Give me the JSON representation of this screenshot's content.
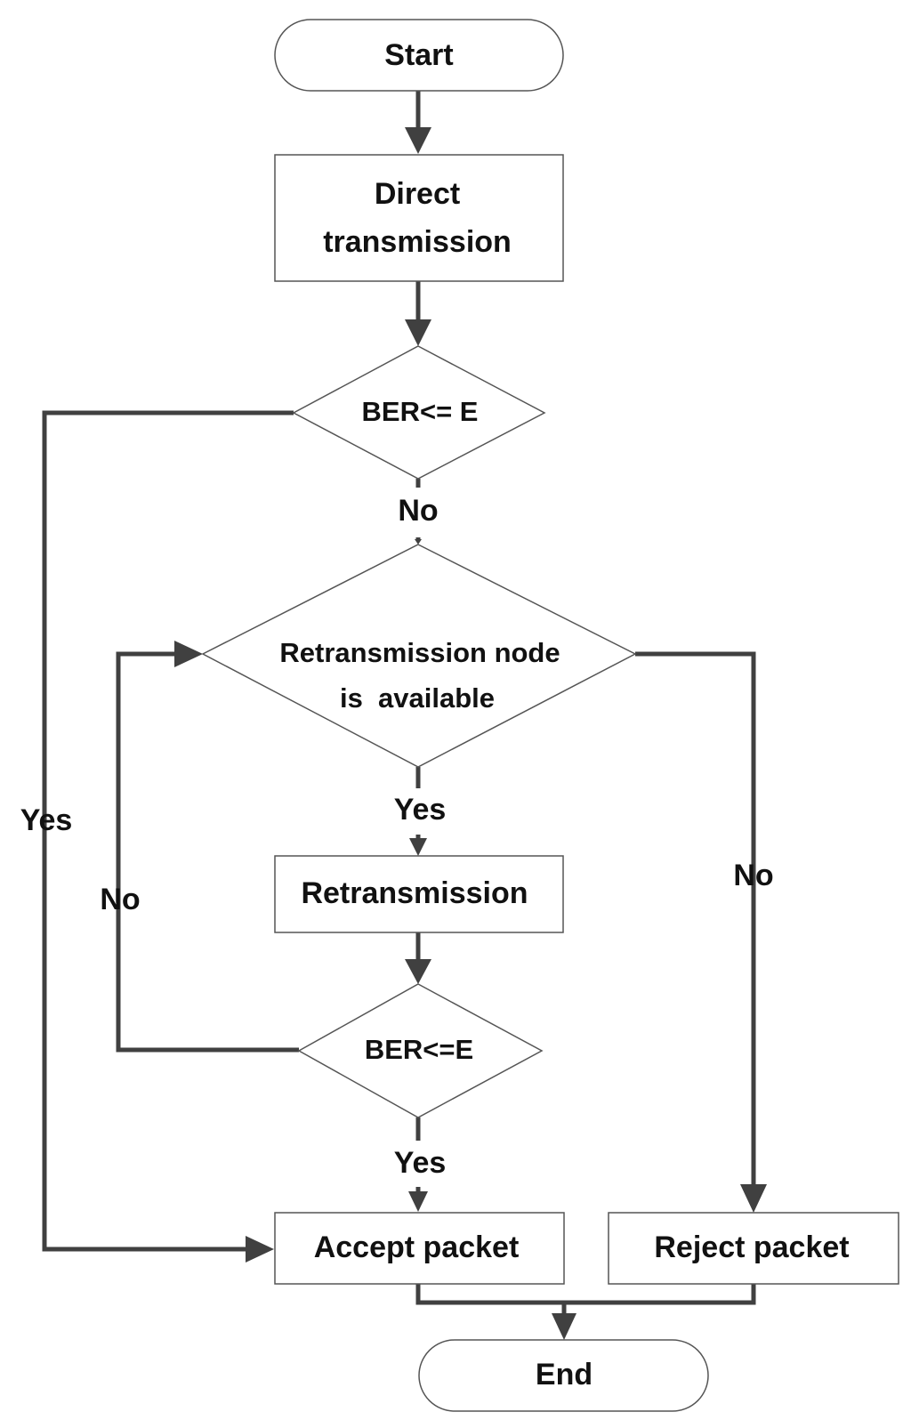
{
  "nodes": {
    "start": "Start",
    "direct_line1": "Direct",
    "direct_line2": "transmission",
    "decision1": "BER<= E",
    "decision2_line1": "Retransmission node",
    "decision2_line2": "is  available",
    "retransmission": "Retransmission",
    "decision3": "BER<=E",
    "accept": "Accept packet",
    "reject": "Reject packet",
    "end": "End"
  },
  "edge_labels": {
    "d1_no": "No",
    "d1_yes": "Yes",
    "d2_yes": "Yes",
    "d2_no": "No",
    "d3_no": "No",
    "d3_yes": "Yes"
  }
}
